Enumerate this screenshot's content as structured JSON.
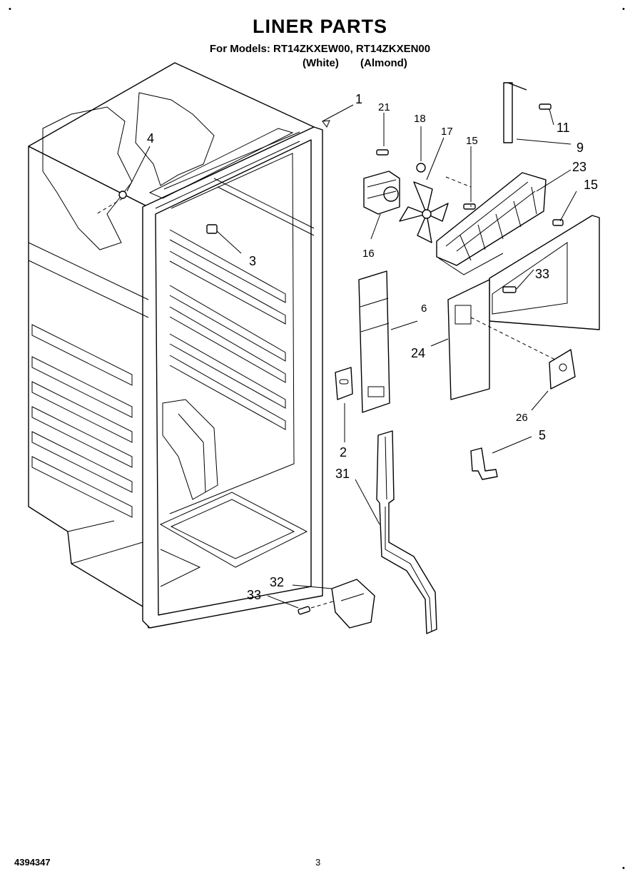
{
  "header": {
    "title": "LINER PARTS",
    "models_line": "For Models: RT14ZKXEW00, RT14ZKXEN00",
    "variant_white": "(White)",
    "variant_almond": "(Almond)"
  },
  "footer": {
    "doc_number": "4394347",
    "page_number": "3"
  },
  "callouts": [
    {
      "id": "c1",
      "text": "1"
    },
    {
      "id": "c2",
      "text": "2"
    },
    {
      "id": "c3",
      "text": "3"
    },
    {
      "id": "c4",
      "text": "4"
    },
    {
      "id": "c5",
      "text": "5"
    },
    {
      "id": "c6",
      "text": "6"
    },
    {
      "id": "c9",
      "text": "9"
    },
    {
      "id": "c11",
      "text": "11"
    },
    {
      "id": "c15a",
      "text": "15"
    },
    {
      "id": "c15b",
      "text": "15"
    },
    {
      "id": "c16",
      "text": "16"
    },
    {
      "id": "c17",
      "text": "17"
    },
    {
      "id": "c18",
      "text": "18"
    },
    {
      "id": "c21",
      "text": "21"
    },
    {
      "id": "c23",
      "text": "23"
    },
    {
      "id": "c24",
      "text": "24"
    },
    {
      "id": "c26",
      "text": "26"
    },
    {
      "id": "c31",
      "text": "31"
    },
    {
      "id": "c32",
      "text": "32"
    },
    {
      "id": "c33a",
      "text": "33"
    },
    {
      "id": "c33b",
      "text": "33"
    }
  ]
}
